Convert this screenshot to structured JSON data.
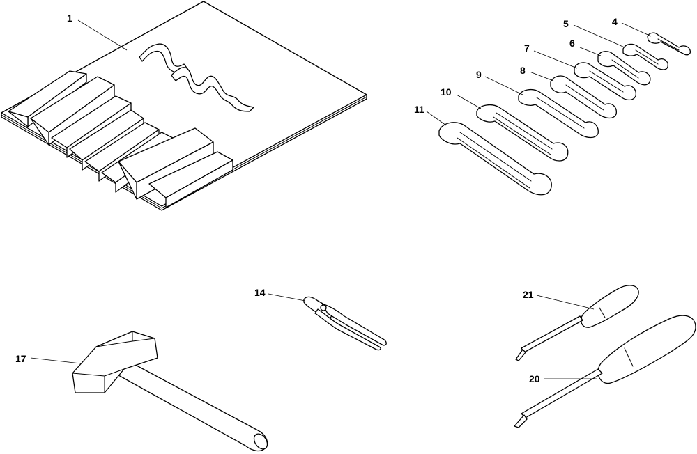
{
  "diagram": {
    "callouts": {
      "c1": "1",
      "c4": "4",
      "c5": "5",
      "c6": "6",
      "c7": "7",
      "c8": "8",
      "c9": "9",
      "c10": "10",
      "c11": "11",
      "c14": "14",
      "c17": "17",
      "c20": "20",
      "c21": "21"
    },
    "colors": {
      "line": "#000000",
      "background": "#ffffff"
    }
  }
}
